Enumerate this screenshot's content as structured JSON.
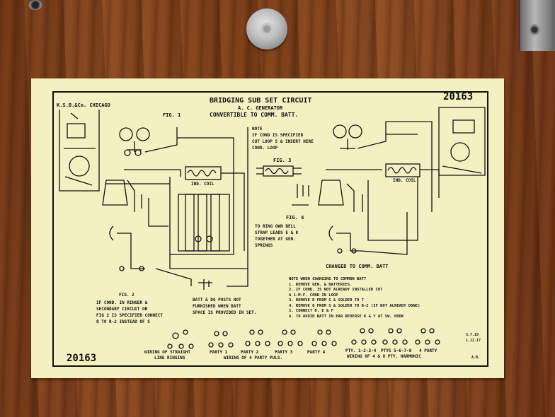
{
  "diagram": {
    "number_top": "20163",
    "number_bottom": "20163",
    "maker": "K.S.B.&Co. CHICAGO",
    "title": "BRIDGING SUB SET CIRCUIT",
    "subtitle1": "A. C. GENERATOR",
    "subtitle2": "CONVERTIBLE TO COMM. BATT.",
    "fig1": "FIG. 1",
    "fig3": "FIG. 3",
    "fig4": "FIG. 4",
    "ind_coil_left": "IND. COIL",
    "ind_coil_right": "IND. COIL",
    "note_top": [
      "NOTE",
      "IF COND IS SPECIFIED",
      "CUT LOOP S & INSERT HERE",
      "COND. LOOP"
    ],
    "fig4_text": [
      "TO RING OWN BELL",
      "STRAP LEADS E & K",
      "TOGETHER AT GEN.",
      "SPRINGS"
    ],
    "changed_label": "CHANGED TO COMM. BATT",
    "fig2": "FIG. 2",
    "fig2_text": [
      "IF COND. IN RINGER &",
      "SECONDARY CIRCUIT OR",
      "FIG 2 IS SPECIFIED CONNECT",
      "Q TO R-2 INSTEAD OF S"
    ],
    "batt_text": [
      "BATT & DG POSTS NOT",
      "FURNISHED WHEN BATT",
      "SPACE IS PROVIDED IN SET."
    ],
    "note_bottom": [
      "NOTE  WHEN CHANGING TO COMMON BATT",
      "1. REMOVE GEN. & BATTERIES.",
      "2. IF COND. IS NOT ALREADY INSTALLED CUT",
      "   A 1-M-F. COND IN LOOP",
      "3. REMOVE R FROM S & SOLDER TO T",
      "4. REMOVE Q FROM S & SOLDER TO R-2 (IF NOT ALREADY DONE)",
      "5. CONNECT D. E & F",
      "6. TO AVOID BATT IN EAR REVERSE K & Y AT SW. HOOK"
    ],
    "wiring_labels": {
      "straight1": "WIRING OF STRAIGHT",
      "straight2": "LINE RINGING",
      "party1": "PARTY 1",
      "party2": "PARTY 2",
      "party3": "PARTY 3",
      "party4": "PARTY 4",
      "pulse": "WIRING OF 4 PARTY PULS.",
      "pty1234": "PTY. 1-2-3-4",
      "pty5678": "PTYS 5-6-7-8",
      "party4b": "4 PARTY",
      "harmonic": "WIRING OF 4 & 8 PTY. HARMONIC"
    },
    "dates": [
      "3.7.18",
      "1.12.17"
    ],
    "initials": "A.B."
  }
}
